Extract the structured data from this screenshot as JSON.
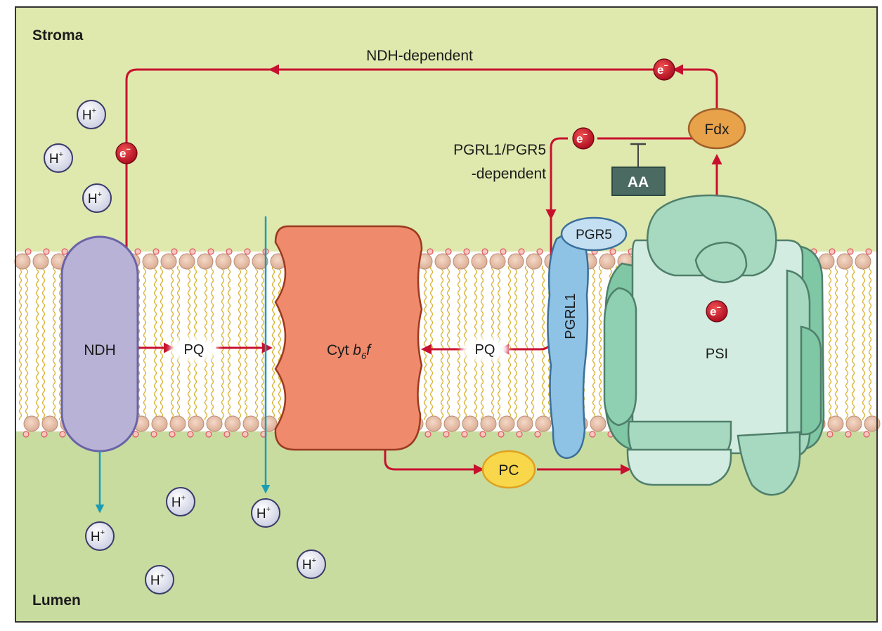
{
  "regions": {
    "stroma": "Stroma",
    "lumen": "Lumen"
  },
  "pathways": {
    "ndh": "NDH-dependent",
    "pgr_line1": "PGRL1/PGR5",
    "pgr_line2": "-dependent"
  },
  "complexes": {
    "ndh": "NDH",
    "cyt_prefix": "Cyt ",
    "cyt_b": "b",
    "cyt_sub": "6",
    "cyt_f": "f",
    "pgrl1": "PGRL1",
    "pgr5": "PGR5",
    "psi": "PSI",
    "fdx": "Fdx",
    "pc": "PC",
    "aa": "AA",
    "pq": "PQ"
  },
  "ions": {
    "proton": "H",
    "proton_charge": "+",
    "electron": "e",
    "electron_charge": "−"
  },
  "colors": {
    "stroma": "#dfe8ad",
    "lumen": "#c8dca0",
    "arrow_red": "#c8102e",
    "arrow_teal": "#1a9db4",
    "ndh": "#b8b2d6",
    "cyt": "#f08a6c",
    "pgrl1": "#8ec3e6",
    "psi": "#c9e6d8",
    "fdx": "#e8a24a",
    "pc": "#f8d84a",
    "aa": "#4a6a62",
    "lipid_head": "#e2b9a4"
  }
}
